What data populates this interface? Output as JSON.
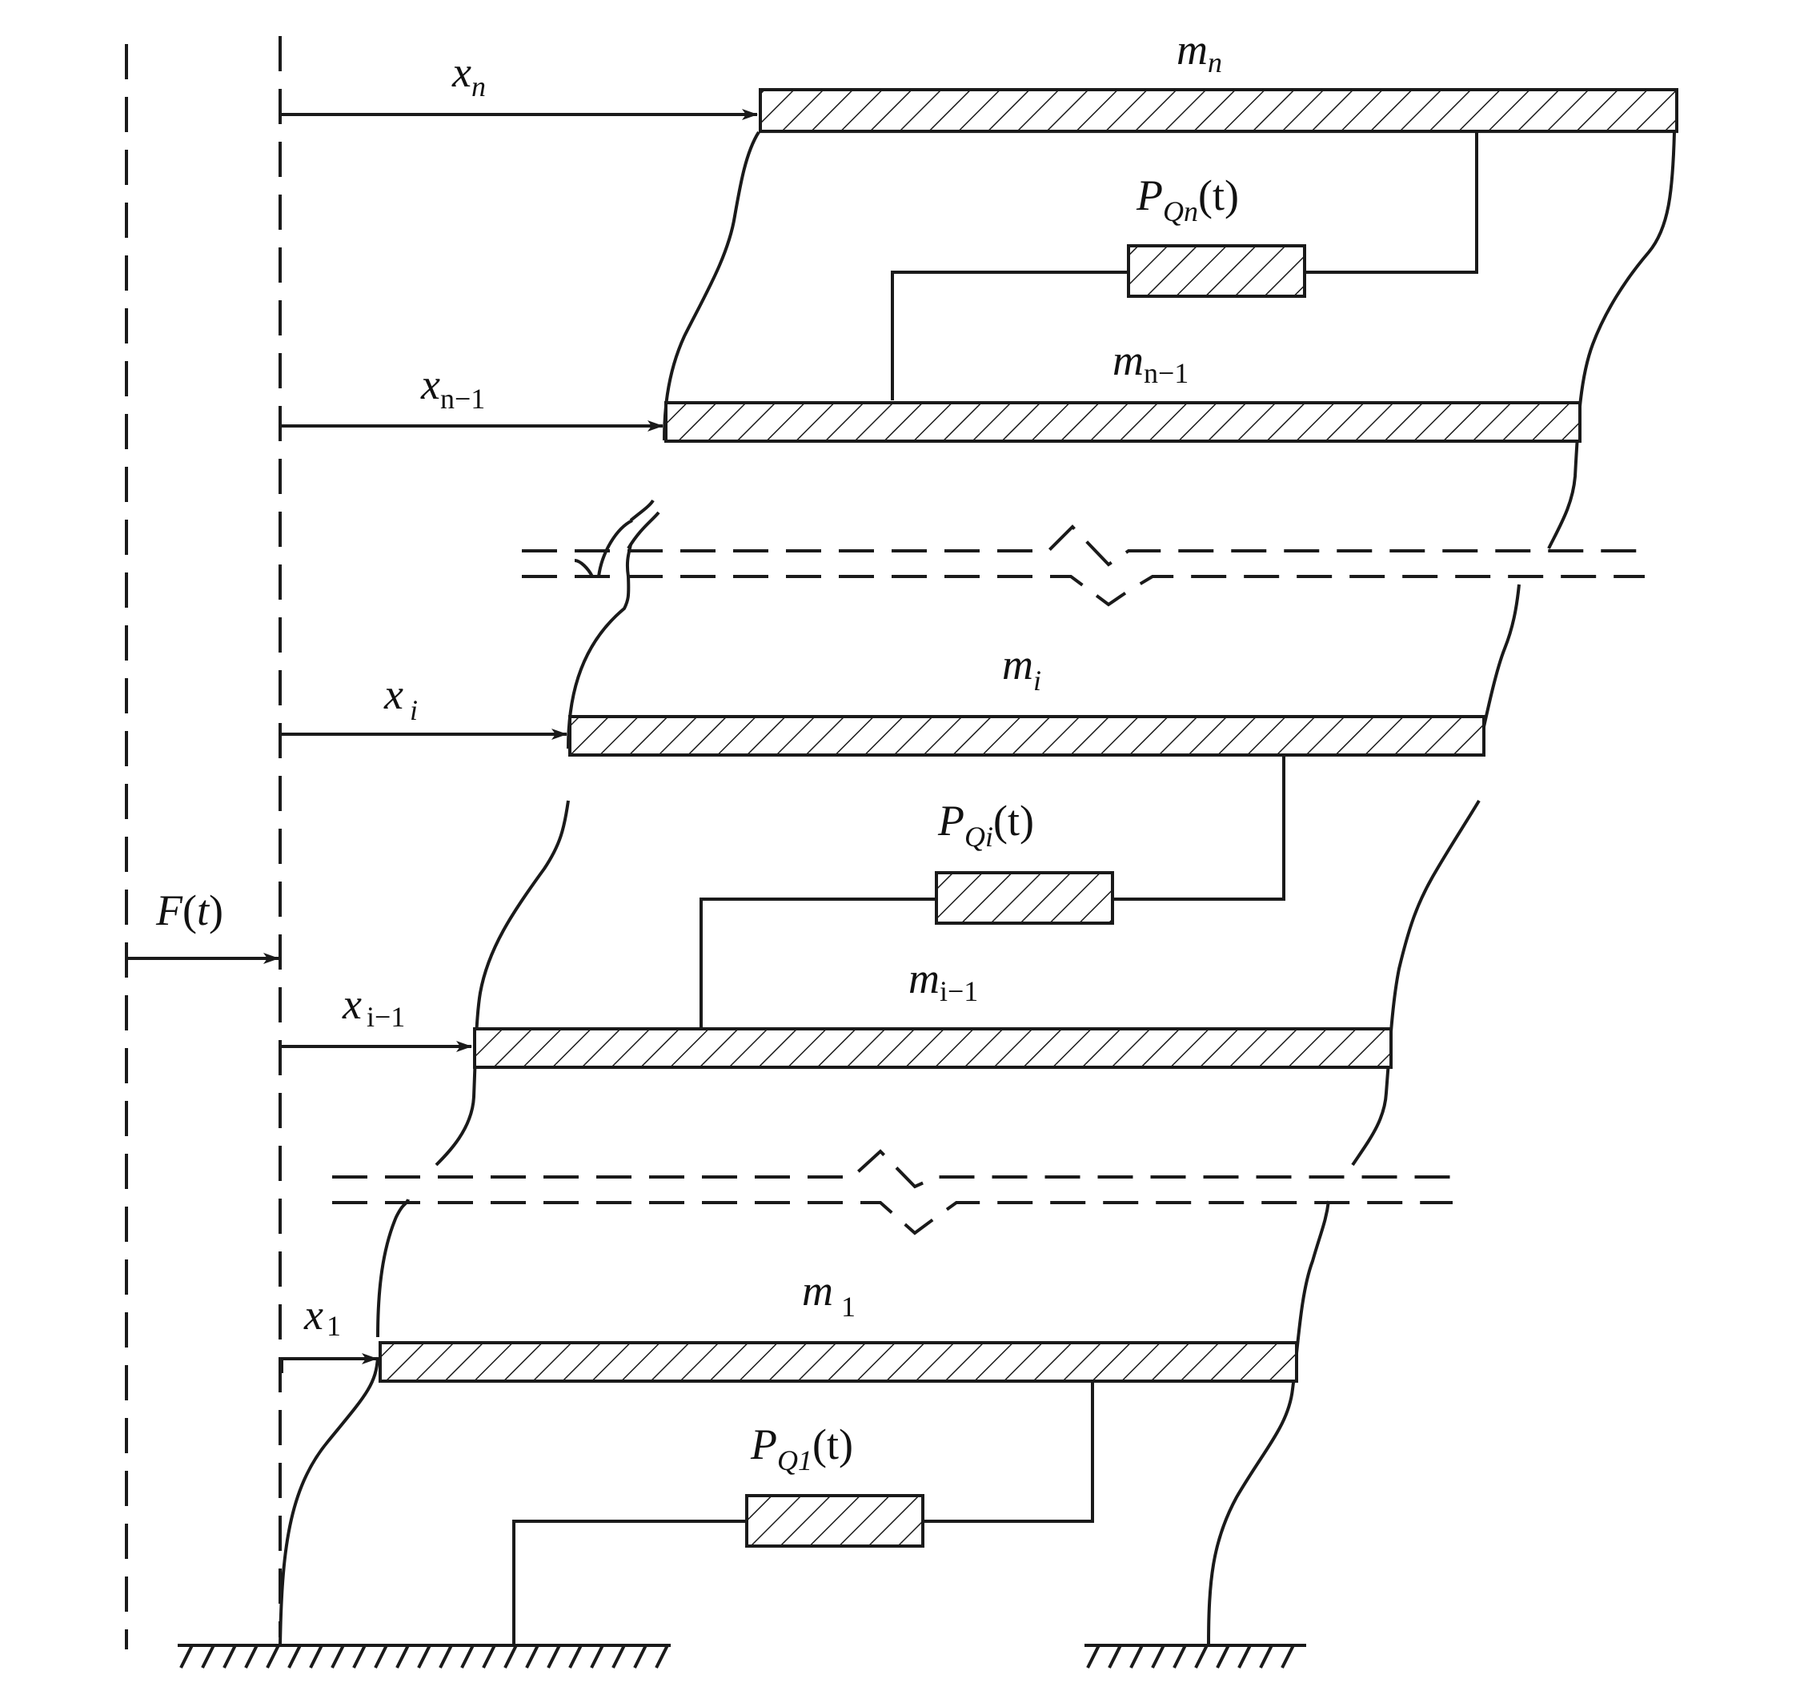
{
  "ground_force": {
    "symbol": "F",
    "paren_open": "(",
    "var": "t",
    "paren_close": ")"
  },
  "floors": {
    "n": {
      "mass": "m",
      "mass_sub": "n",
      "disp": "x",
      "disp_sub": "n"
    },
    "n1": {
      "mass": "m",
      "mass_sub": "n−1",
      "disp": "x",
      "disp_sub": "n−1"
    },
    "i": {
      "mass": "m",
      "mass_sub": "i",
      "disp": "x",
      "disp_sub": "i"
    },
    "i1": {
      "mass": "m",
      "mass_sub": "i−1",
      "disp": "x",
      "disp_sub": "i−1"
    },
    "one": {
      "mass": "m",
      "mass_sub": "1",
      "disp": "x",
      "disp_sub": "1"
    }
  },
  "dampers": {
    "n": {
      "symbol": "P",
      "sub": "Qn",
      "arg": "(t)"
    },
    "i": {
      "symbol": "P",
      "sub": "Qi",
      "arg": "(t)"
    },
    "one": {
      "symbol": "P",
      "sub": "Q1",
      "arg": "(t)"
    }
  }
}
